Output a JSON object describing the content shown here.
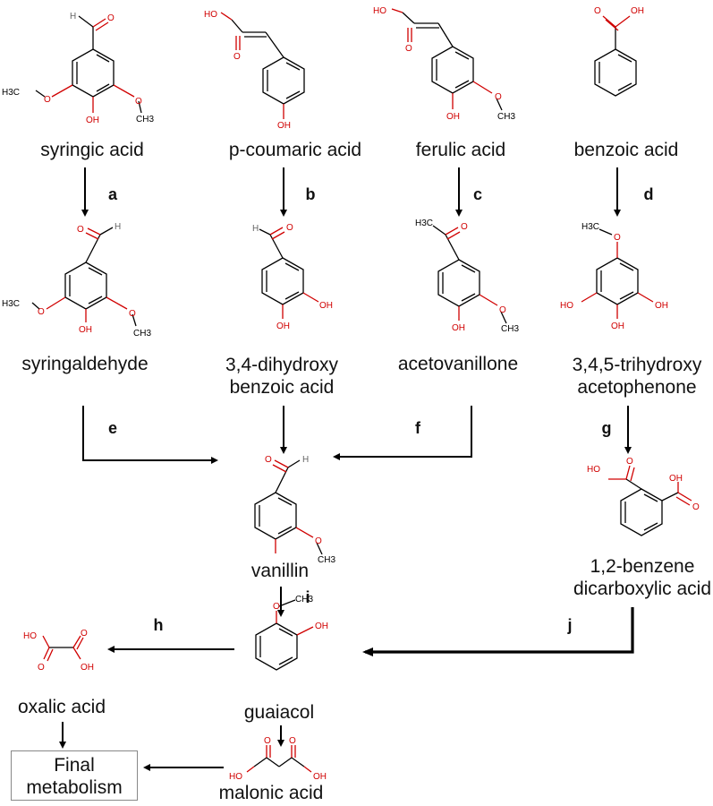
{
  "compounds": {
    "syringic_acid": "syringic acid",
    "p_coumaric_acid": "p-coumaric acid",
    "ferulic_acid": "ferulic acid",
    "benzoic_acid": "benzoic acid",
    "syringaldehyde": "syringaldehyde",
    "dihydroxy_benzoic_line1": "3,4-dihydroxy",
    "dihydroxy_benzoic_line2": "benzoic acid",
    "acetovanillone": "acetovanillone",
    "trihydroxy_line1": "3,4,5-trihydroxy",
    "trihydroxy_line2": "acetophenone",
    "vanillin": "vanillin",
    "benzene_dicarboxylic_line1": "1,2-benzene",
    "benzene_dicarboxylic_line2": "dicarboxylic acid",
    "oxalic_acid": "oxalic acid",
    "guaiacol": "guaiacol",
    "malonic_acid": "malonic acid",
    "final_line1": "Final",
    "final_line2": "metabolism"
  },
  "steps": [
    "a",
    "b",
    "c",
    "d",
    "e",
    "f",
    "g",
    "h",
    "i",
    "j"
  ],
  "atom_labels": {
    "oxygen": "O",
    "hydroxyl": "OH",
    "hydroxyl_left": "HO",
    "hydrogen": "H",
    "methyl_left": "H3C",
    "methyl": "CH3"
  },
  "colors": {
    "oxygen": "#d00000",
    "bond": "#000000",
    "hydrogen": "#666666"
  }
}
